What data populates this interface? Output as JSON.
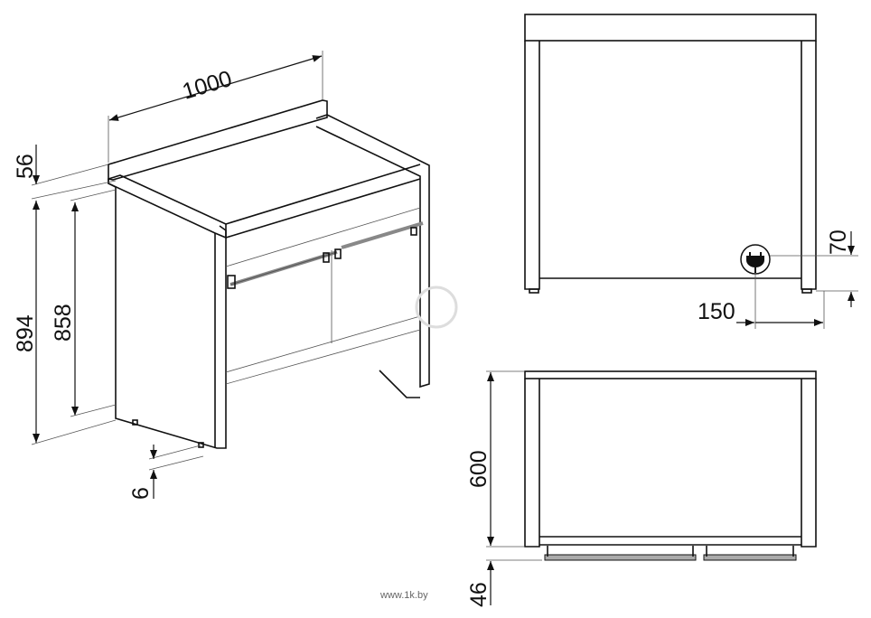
{
  "dimensions": {
    "width": "1000",
    "backsplash_height": "56",
    "total_height": "894",
    "body_height": "858",
    "feet_height": "6",
    "plug_height": "70",
    "plug_offset": "150",
    "depth": "600",
    "handle_depth": "46"
  },
  "icons": {
    "power": "power-plug-icon"
  },
  "watermark": "www.1k.by"
}
